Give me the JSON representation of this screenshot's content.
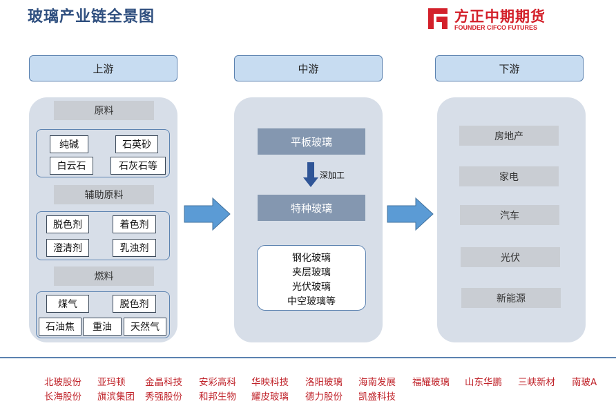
{
  "title": "玻璃产业链全景图",
  "logo": {
    "name_cn": "方正中期期货",
    "name_en": "FOUNDER CIFCO FUTURES",
    "brand_color": "#d3202a"
  },
  "stages": {
    "upstream": {
      "label": "上游",
      "groups": [
        {
          "label": "原料",
          "items": [
            "纯碱",
            "石英砂",
            "白云石",
            "石灰石等"
          ]
        },
        {
          "label": "辅助原料",
          "items": [
            "脱色剂",
            "着色剂",
            "澄清剂",
            "乳浊剂"
          ]
        },
        {
          "label": "燃料",
          "items": [
            "煤气",
            "脱色剂",
            "石油焦",
            "重油",
            "天然气"
          ]
        }
      ]
    },
    "midstream": {
      "label": "中游",
      "flat_glass": "平板玻璃",
      "process": "深加工",
      "special_glass": "特种玻璃",
      "products": [
        "钢化玻璃",
        "夹层玻璃",
        "光伏玻璃",
        "中空玻璃等"
      ]
    },
    "downstream": {
      "label": "下游",
      "items": [
        "房地产",
        "家电",
        "汽车",
        "光伏",
        "新能源"
      ]
    }
  },
  "companies": {
    "row1": [
      "北玻股份",
      "亚玛顿",
      "金晶科技",
      "安彩高科",
      "华映科技",
      "洛阳玻璃",
      "海南发展",
      "福耀玻璃",
      "山东华鹏",
      "三峡新材",
      "南玻A"
    ],
    "row2": [
      "长海股份",
      "旗滨集团",
      "秀强股份",
      "和邦生物",
      "耀皮玻璃",
      "德力股份",
      "凯盛科技"
    ]
  },
  "colors": {
    "header_fill": "#c7dcf1",
    "panel_fill": "#d7dee8",
    "arrow_fill": "#5b9bd5",
    "slate": "#8497b0",
    "company_text": "#c0242b"
  }
}
